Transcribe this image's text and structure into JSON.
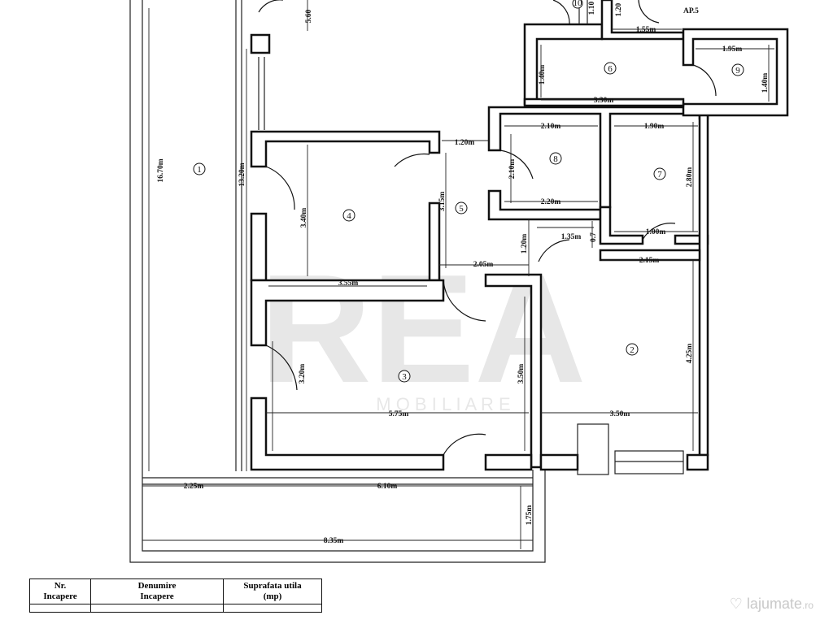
{
  "watermark": {
    "main": "REA",
    "sub": "M O B I L I A R E"
  },
  "brand": {
    "name": "lajumate",
    "suffix": ".ro",
    "logo_icon": "heart-check-icon"
  },
  "apartment_label": "AP.5",
  "rooms": [
    "1",
    "2",
    "3",
    "4",
    "5",
    "6",
    "7",
    "8",
    "9",
    "10"
  ],
  "dimensions": {
    "d_5_60": "5.60",
    "d_16_70": "16.70m",
    "d_13_20": "13.20m",
    "d_3_40": "3.40m",
    "d_3_55": "3.55m",
    "d_1_20a": "1.20m",
    "d_3_15": "3.15m",
    "d_1_20b": "1.20m",
    "d_2_05": "2.05m",
    "d_2_10a": "2.10m",
    "d_2_10b": "2.10m",
    "d_2_20": "2.20m",
    "d_1_35": "1.35m",
    "d_0_7": "0.7",
    "d_1_90": "1.90m",
    "d_2_80": "2.80m",
    "d_1_00": "1.00m",
    "d_2_15": "2.15m",
    "d_4_25": "4.25m",
    "d_3_20": "3.20m",
    "d_3_50a": "3.50m",
    "d_5_75": "5.75m",
    "d_3_50b": "3.50m",
    "d_2_25": "2.25m",
    "d_6_10": "6.10m",
    "d_1_75": "1.75m",
    "d_8_35": "8.35m",
    "d_1_40a": "1.40m",
    "d_3_30": "3.30m",
    "d_1_55": "1.55m",
    "d_1_95": "1.95m",
    "d_1_40b": "1.40m",
    "d_1_10": "1.10",
    "d_1_20c": "1.20"
  },
  "table": {
    "headers": [
      "Nr.\nIncapere",
      "Denumire\nIncapere",
      "Suprafata utila\n(mp)"
    ]
  }
}
